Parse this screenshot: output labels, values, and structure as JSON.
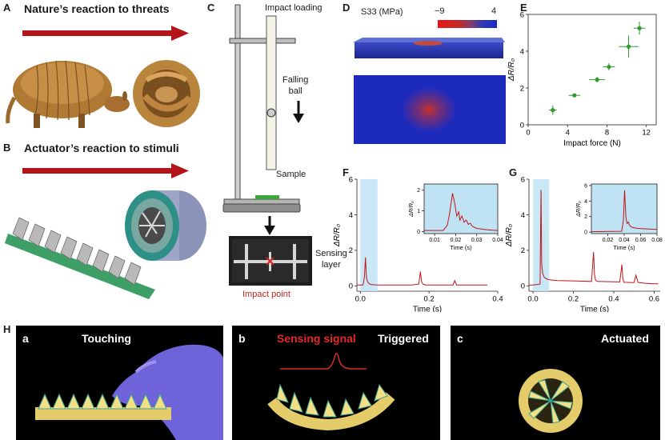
{
  "panels": {
    "A": {
      "letter": "A",
      "title": "Nature’s reaction to threats"
    },
    "B": {
      "letter": "B",
      "title": "Actuator’s reaction to stimuli"
    },
    "C": {
      "letter": "C",
      "impact_loading": "Impact loading",
      "falling_ball": [
        "Falling",
        "ball"
      ],
      "sample": "Sample",
      "sensing_layer": [
        "Sensing",
        "layer"
      ],
      "impact_point": "Impact point"
    },
    "D": {
      "letter": "D",
      "cbar_label": "S33 (MPa)",
      "cbar_min": "−9",
      "cbar_max": "4"
    },
    "E": {
      "letter": "E"
    },
    "F": {
      "letter": "F"
    },
    "G": {
      "letter": "G"
    },
    "H": {
      "letter": "H",
      "sub": [
        {
          "letter": "a",
          "label": "Touching"
        },
        {
          "letter": "b",
          "label": "Sensing signal",
          "label2": "Triggered"
        },
        {
          "letter": "c",
          "label": "Actuated"
        }
      ]
    }
  },
  "colors": {
    "arrow": "#b3151b",
    "marker": "#2e9a2e",
    "trace": "#c0141a",
    "shade": "#bfe3f2",
    "impact_text": "#c8241e",
    "sensing_signal": "#e8262a"
  },
  "chart_data": [
    {
      "id": "E",
      "type": "scatter",
      "xlabel": "Impact force (N)",
      "ylabel": "ΔR/R₀",
      "xlim": [
        0,
        13
      ],
      "ylim": [
        0,
        6
      ],
      "xticks": [
        "0",
        "4",
        "8",
        "12"
      ],
      "yticks": [
        "0",
        "2",
        "4",
        "6"
      ],
      "points": [
        {
          "x": 2.5,
          "y": 0.8,
          "xerr": 0.4,
          "yerr": 0.25
        },
        {
          "x": 4.7,
          "y": 1.6,
          "xerr": 0.6,
          "yerr": 0.1
        },
        {
          "x": 7.0,
          "y": 2.45,
          "xerr": 0.8,
          "yerr": 0.15
        },
        {
          "x": 8.2,
          "y": 3.15,
          "xerr": 0.6,
          "yerr": 0.2
        },
        {
          "x": 10.2,
          "y": 4.25,
          "xerr": 1.0,
          "yerr": 0.6
        },
        {
          "x": 11.3,
          "y": 5.25,
          "xerr": 0.6,
          "yerr": 0.35
        }
      ]
    },
    {
      "id": "F",
      "type": "line",
      "xlabel": "Time (s)",
      "ylabel": "ΔR/R₀",
      "xlim": [
        -0.01,
        0.4
      ],
      "ylim": [
        -0.3,
        6
      ],
      "xticks": [
        "0.0",
        "0.2",
        "0.4"
      ],
      "yticks": [
        "0",
        "2",
        "4",
        "6"
      ],
      "shade": [
        0.0,
        0.05
      ],
      "x": [
        -0.01,
        0.0,
        0.008,
        0.012,
        0.015,
        0.017,
        0.019,
        0.022,
        0.026,
        0.03,
        0.04,
        0.05,
        0.1,
        0.15,
        0.17,
        0.175,
        0.178,
        0.182,
        0.19,
        0.25,
        0.27,
        0.275,
        0.28,
        0.3,
        0.35,
        0.37
      ],
      "y": [
        0.05,
        0.05,
        0.05,
        0.5,
        1.6,
        0.7,
        0.35,
        0.2,
        0.12,
        0.08,
        0.06,
        0.05,
        0.05,
        0.05,
        0.1,
        0.8,
        0.25,
        0.1,
        0.05,
        0.05,
        0.05,
        0.3,
        0.05,
        0.05,
        0.05,
        0.05
      ],
      "inset": {
        "xlabel": "Time (s)",
        "ylabel": "ΔR/R₀",
        "xlim": [
          0.005,
          0.04
        ],
        "ylim": [
          -0.1,
          2.3
        ],
        "xticks": [
          "0.01",
          "0.02",
          "0.03",
          "0.04"
        ],
        "yticks": [
          "0",
          "1",
          "2"
        ],
        "x": [
          0.005,
          0.014,
          0.016,
          0.017,
          0.0185,
          0.0195,
          0.0205,
          0.0215,
          0.022,
          0.023,
          0.024,
          0.025,
          0.026,
          0.027,
          0.028,
          0.03,
          0.035,
          0.04
        ],
        "y": [
          0.05,
          0.05,
          0.3,
          0.8,
          1.85,
          1.4,
          0.75,
          0.95,
          0.55,
          0.75,
          0.45,
          0.55,
          0.35,
          0.4,
          0.25,
          0.15,
          0.08,
          0.05
        ]
      }
    },
    {
      "id": "G",
      "type": "line",
      "xlabel": "Time (s)",
      "ylabel": "ΔR/R₀",
      "xlim": [
        -0.02,
        0.63
      ],
      "ylim": [
        -0.3,
        6
      ],
      "xticks": [
        "0.0",
        "0.2",
        "0.4",
        "0.6"
      ],
      "yticks": [
        "0",
        "2",
        "4",
        "6"
      ],
      "shade": [
        0.0,
        0.08
      ],
      "x": [
        -0.02,
        0.0,
        0.035,
        0.04,
        0.043,
        0.048,
        0.055,
        0.065,
        0.08,
        0.12,
        0.2,
        0.29,
        0.3,
        0.305,
        0.31,
        0.32,
        0.43,
        0.44,
        0.445,
        0.45,
        0.5,
        0.51,
        0.52,
        0.55,
        0.6,
        0.62
      ],
      "y": [
        0.05,
        0.05,
        0.1,
        5.4,
        1.2,
        0.7,
        0.5,
        0.4,
        0.35,
        0.3,
        0.28,
        0.25,
        1.9,
        0.6,
        0.3,
        0.25,
        0.22,
        1.2,
        0.4,
        0.2,
        0.18,
        0.6,
        0.2,
        0.15,
        0.12,
        0.12
      ],
      "inset": {
        "xlabel": "Time (s)",
        "ylabel": "ΔR/R₀",
        "xlim": [
          0.0,
          0.08
        ],
        "ylim": [
          -0.2,
          6.2
        ],
        "xticks": [
          "0.02",
          "0.04",
          "0.06",
          "0.08"
        ],
        "yticks": [
          "0",
          "2",
          "4",
          "6"
        ],
        "x": [
          0.0,
          0.037,
          0.039,
          0.0405,
          0.042,
          0.0435,
          0.045,
          0.047,
          0.05,
          0.055,
          0.06,
          0.07,
          0.08
        ],
        "y": [
          0.05,
          0.1,
          1.5,
          5.4,
          2.0,
          1.1,
          1.3,
          0.8,
          0.6,
          0.5,
          0.45,
          0.4,
          0.35
        ]
      }
    }
  ]
}
